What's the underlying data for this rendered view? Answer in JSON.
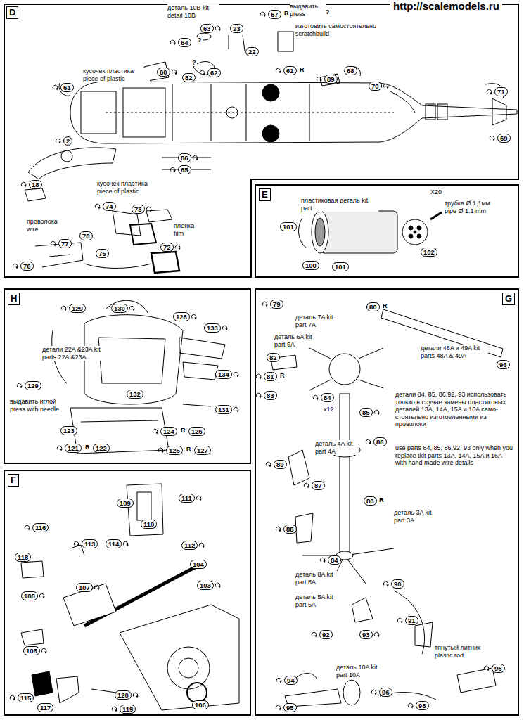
{
  "diagram": {
    "nodes": [
      {
        "text": [
          "D"
        ]
      },
      {
        "text": [
          "E"
        ]
      },
      {
        "text": [
          "H"
        ]
      },
      {
        "text": [
          "G"
        ]
      },
      {
        "text": [
          "F"
        ]
      },
      {
        "text": [
          "63"
        ],
        "in": 0
      },
      {
        "text": [
          "23"
        ],
        "in": 0
      },
      {
        "text": [
          "67"
        ],
        "in": 0
      },
      {
        "text": [
          "64"
        ],
        "in": 0
      },
      {
        "text": [
          "22"
        ],
        "in": 0
      },
      {
        "text": [
          "60"
        ],
        "in": 0
      },
      {
        "text": [
          "82"
        ],
        "in": 0
      },
      {
        "text": [
          "62"
        ],
        "in": 0
      },
      {
        "text": [
          "61"
        ],
        "in": 0
      },
      {
        "text": [
          "89"
        ],
        "in": 0
      },
      {
        "text": [
          "68"
        ],
        "in": 0
      },
      {
        "text": [
          "61"
        ],
        "in": 0
      },
      {
        "text": [
          "70"
        ],
        "in": 0
      },
      {
        "text": [
          "71"
        ],
        "in": 0
      },
      {
        "text": [
          "69"
        ],
        "in": 0
      },
      {
        "text": [
          "2"
        ],
        "in": 0
      },
      {
        "text": [
          "86"
        ],
        "in": 0
      },
      {
        "text": [
          "65"
        ],
        "in": 0
      },
      {
        "text": [
          "18"
        ],
        "in": 0
      },
      {
        "text": [
          "74"
        ],
        "in": 0
      },
      {
        "text": [
          "73"
        ],
        "in": 0
      },
      {
        "text": [
          "77"
        ],
        "in": 0
      },
      {
        "text": [
          "78"
        ],
        "in": 0
      },
      {
        "text": [
          "72"
        ],
        "in": 0
      },
      {
        "text": [
          "75"
        ],
        "in": 0
      },
      {
        "text": [
          "76"
        ],
        "in": 0
      },
      {
        "text": [
          "101"
        ],
        "in": 1
      },
      {
        "text": [
          "102"
        ],
        "in": 1
      },
      {
        "text": [
          "100"
        ],
        "in": 1
      },
      {
        "text": [
          "101"
        ],
        "in": 1
      },
      {
        "text": [
          "129"
        ],
        "in": 2
      },
      {
        "text": [
          "130"
        ],
        "in": 2
      },
      {
        "text": [
          "128"
        ],
        "in": 2
      },
      {
        "text": [
          "133"
        ],
        "in": 2
      },
      {
        "text": [
          "129"
        ],
        "in": 2
      },
      {
        "text": [
          "134"
        ],
        "in": 2
      },
      {
        "text": [
          "132"
        ],
        "in": 2
      },
      {
        "text": [
          "131"
        ],
        "in": 2
      },
      {
        "text": [
          "123"
        ],
        "in": 2
      },
      {
        "text": [
          "124"
        ],
        "in": 2
      },
      {
        "text": [
          "126"
        ],
        "in": 2
      },
      {
        "text": [
          "125"
        ],
        "in": 2
      },
      {
        "text": [
          "127"
        ],
        "in": 2
      },
      {
        "text": [
          "121"
        ],
        "in": 2
      },
      {
        "text": [
          "122"
        ],
        "in": 2
      },
      {
        "text": [
          "111"
        ],
        "in": 4
      },
      {
        "text": [
          "109"
        ],
        "in": 4
      },
      {
        "text": [
          "110"
        ],
        "in": 4
      },
      {
        "text": [
          "116"
        ],
        "in": 4
      },
      {
        "text": [
          "113"
        ],
        "in": 4
      },
      {
        "text": [
          "114"
        ],
        "in": 4
      },
      {
        "text": [
          "112"
        ],
        "in": 4
      },
      {
        "text": [
          "118"
        ],
        "in": 4
      },
      {
        "text": [
          "104"
        ],
        "in": 4
      },
      {
        "text": [
          "103"
        ],
        "in": 4
      },
      {
        "text": [
          "107"
        ],
        "in": 4
      },
      {
        "text": [
          "108"
        ],
        "in": 4
      },
      {
        "text": [
          "105"
        ],
        "in": 4
      },
      {
        "text": [
          "120"
        ],
        "in": 4
      },
      {
        "text": [
          "115"
        ],
        "in": 4
      },
      {
        "text": [
          "106"
        ],
        "in": 4
      },
      {
        "text": [
          "117"
        ],
        "in": 4
      },
      {
        "text": [
          "119"
        ],
        "in": 4
      },
      {
        "text": [
          "79"
        ],
        "in": 3
      },
      {
        "text": [
          "80"
        ],
        "in": 3
      },
      {
        "text": [
          "96"
        ],
        "in": 3
      },
      {
        "text": [
          "82"
        ],
        "in": 3
      },
      {
        "text": [
          "81"
        ],
        "in": 3
      },
      {
        "text": [
          "84"
        ],
        "in": 3
      },
      {
        "text": [
          "83"
        ],
        "in": 3
      },
      {
        "text": [
          "85"
        ],
        "in": 3
      },
      {
        "text": [
          "86"
        ],
        "in": 3
      },
      {
        "text": [
          "89"
        ],
        "in": 3
      },
      {
        "text": [
          "87"
        ],
        "in": 3
      },
      {
        "text": [
          "80"
        ],
        "in": 3
      },
      {
        "text": [
          "88"
        ],
        "in": 3
      },
      {
        "text": [
          "84"
        ],
        "in": 3
      },
      {
        "text": [
          "90"
        ],
        "in": 3
      },
      {
        "text": [
          "91"
        ],
        "in": 3
      },
      {
        "text": [
          "92"
        ],
        "in": 3
      },
      {
        "text": [
          "93"
        ],
        "in": 3
      },
      {
        "text": [
          "94"
        ],
        "in": 3
      },
      {
        "text": [
          "96"
        ],
        "in": 3
      },
      {
        "text": [
          "96"
        ],
        "in": 3
      },
      {
        "text": [
          "95"
        ],
        "in": 3
      },
      {
        "text": [
          "98"
        ],
        "in": 3
      }
    ],
    "labels": [
      "http://scalemodels.ru",
      "деталь 10B kit detail 10B",
      "выдавить press",
      "?",
      "изготовить самостоятельно scratchbuild",
      "R",
      "?",
      "?",
      "кусочек пластика piece of plastic",
      "R",
      "кусочек пластика piece of plastic",
      "пленка film",
      "проволока wire",
      "пластиковая деталь kit part",
      "X20",
      "трубка Ø 1,1мм pipe Ø 1.1 mm",
      "детали 22A &23A kit parts 22A &23A",
      "выдавить иглой press with needle",
      "R",
      "R",
      "R",
      "деталь 7A kit part 7A",
      "деталь 6A kit part 6A",
      "R",
      "детали 48A и 49A kit parts 48A & 49A",
      "R",
      "x12",
      "детали 84, 85, 86,92, 93 использовать только в случае замены пластиковых деталей 13A, 14A, 15A и 16A само-стоятельно изготовленными из проволоки",
      "use parts 84, 85, 86,92, 93 only when you replace tkit parts 13A, 14A, 15A и 16A with hand made wire details",
      "деталь 4A kit part 4A",
      "деталь 3A kit part 3A",
      "R",
      "деталь 8A kit part 8A",
      "деталь 5A kit part 5A",
      "тянутый литник plastic rod",
      "деталь 10A kit part 10A"
    ]
  }
}
